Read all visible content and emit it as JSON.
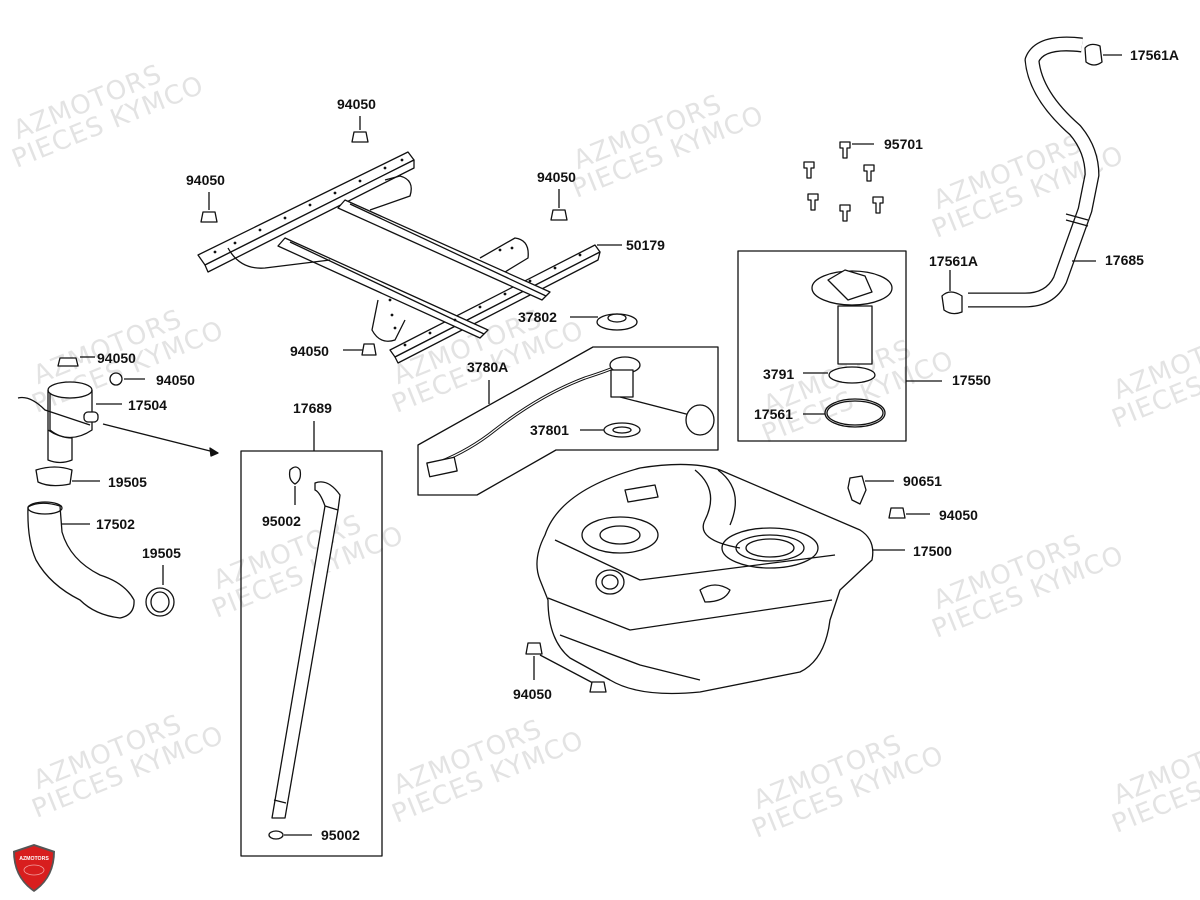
{
  "diagram": {
    "watermark": [
      "AZMOTORS",
      "PIECES KYMCO"
    ],
    "logo_text": "AZMOTORS",
    "colors": {
      "line": "#111111",
      "watermark": "#e3e3e3",
      "logo": "#d81e1e"
    },
    "labels": {
      "n94050_a": "94050",
      "n94050_b": "94050",
      "n94050_c": "94050",
      "n94050_d": "94050",
      "n94050_e": "94050",
      "n94050_f": "94050",
      "n94050_g": "94050",
      "n94050_h": "94050",
      "n50179": "50179",
      "n37802": "37802",
      "n3780A": "3780A",
      "n37801": "37801",
      "n17504": "17504",
      "n19505_a": "19505",
      "n19505_b": "19505",
      "n17502": "17502",
      "n17689": "17689",
      "n95002_a": "95002",
      "n95002_b": "95002",
      "n95701": "95701",
      "n17561A_a": "17561A",
      "n17561A_b": "17561A",
      "n17685": "17685",
      "n3791": "3791",
      "n17550": "17550",
      "n17561": "17561",
      "n90651": "90651",
      "n17500": "17500"
    }
  }
}
